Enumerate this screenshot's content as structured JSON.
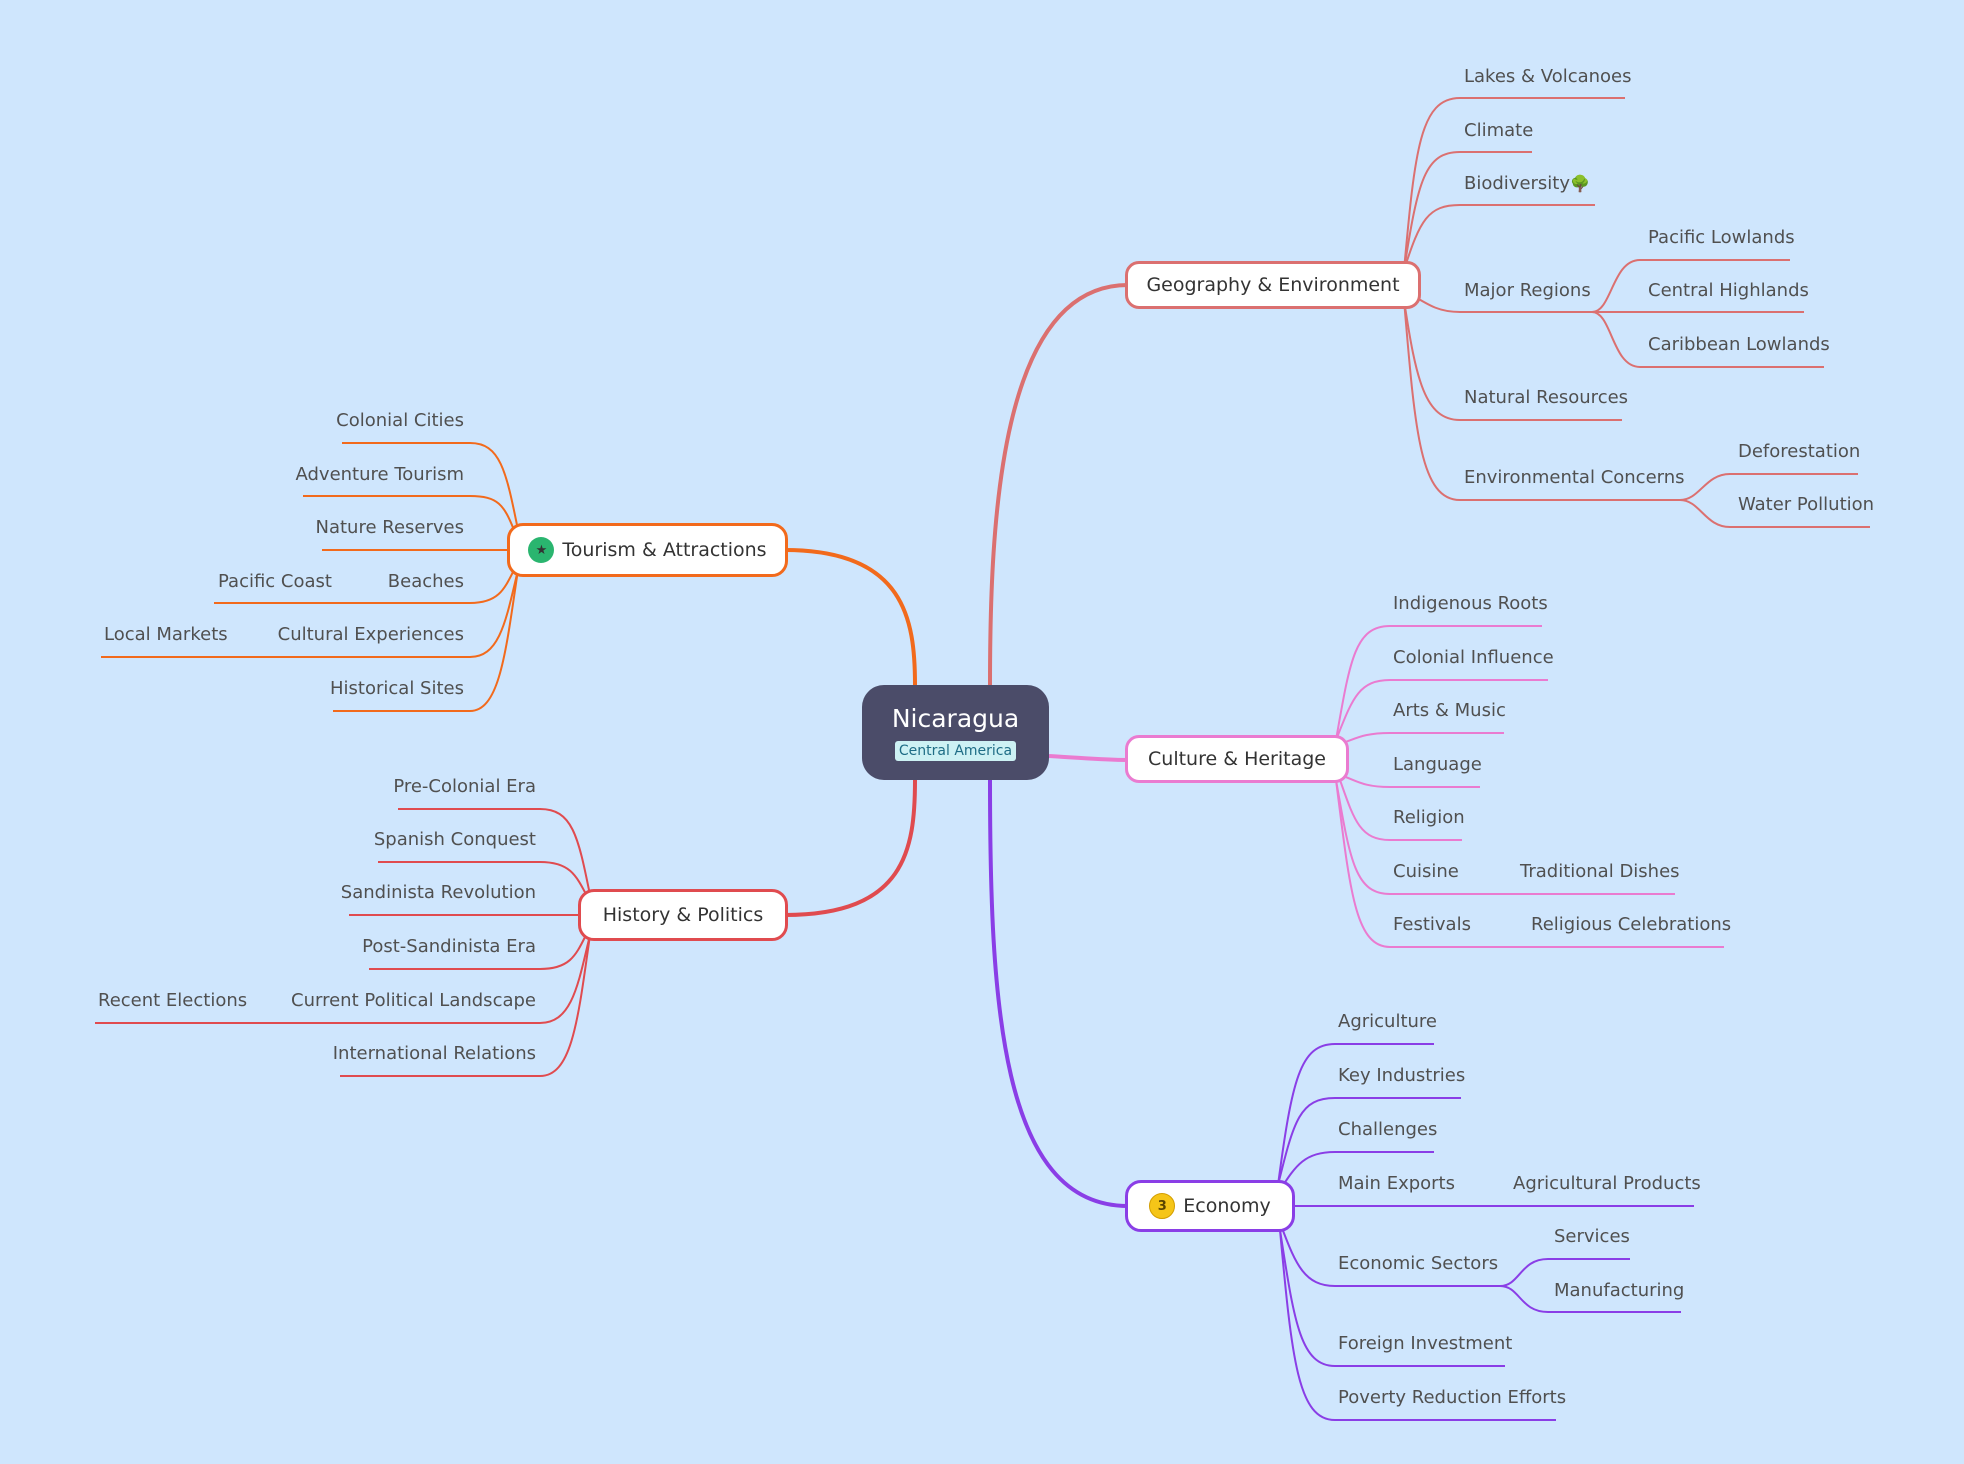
{
  "center": {
    "title": "Nicaragua",
    "tag": "Central America"
  },
  "branches": {
    "geography": {
      "label": "Geography & Environment",
      "color": "#db7070"
    },
    "culture": {
      "label": "Culture & Heritage",
      "color": "#ea7bd0"
    },
    "economy": {
      "label": "Economy",
      "color": "#8a3ee6",
      "badge": "3",
      "badge_icon": "priority-3-icon"
    },
    "tourism": {
      "label": "Tourism & Attractions",
      "color": "#f26a1c",
      "badge_icon": "star-icon"
    },
    "history": {
      "label": "History & Politics",
      "color": "#e04b4f"
    }
  },
  "geography": {
    "lakes": "Lakes & Volcanoes",
    "climate": "Climate",
    "biodiversity": "Biodiversity",
    "biodiversity_icon": "tree-icon",
    "regions": "Major Regions",
    "pacific_lowlands": "Pacific Lowlands",
    "central_highlands": "Central Highlands",
    "caribbean_lowlands": "Caribbean Lowlands",
    "resources": "Natural Resources",
    "concerns": "Environmental Concerns",
    "deforestation": "Deforestation",
    "water_pollution": "Water Pollution"
  },
  "culture": {
    "indigenous": "Indigenous Roots",
    "colonial": "Colonial Influence",
    "arts": "Arts & Music",
    "language": "Language",
    "religion": "Religion",
    "cuisine": "Cuisine",
    "dishes": "Traditional Dishes",
    "festivals": "Festivals",
    "celebrations": "Religious Celebrations"
  },
  "economy": {
    "agriculture": "Agriculture",
    "industries": "Key Industries",
    "challenges": "Challenges",
    "exports": "Main Exports",
    "ag_products": "Agricultural Products",
    "sectors": "Economic Sectors",
    "services": "Services",
    "manufacturing": "Manufacturing",
    "investment": "Foreign Investment",
    "poverty": "Poverty Reduction Efforts"
  },
  "tourism": {
    "colonial_cities": "Colonial Cities",
    "adventure": "Adventure Tourism",
    "reserves": "Nature Reserves",
    "beaches": "Beaches",
    "pacific_coast": "Pacific Coast",
    "experiences": "Cultural Experiences",
    "markets": "Local Markets",
    "sites": "Historical Sites"
  },
  "history": {
    "precolonial": "Pre-Colonial Era",
    "conquest": "Spanish Conquest",
    "revolution": "Sandinista Revolution",
    "post": "Post-Sandinista Era",
    "landscape": "Current Political Landscape",
    "elections": "Recent Elections",
    "relations": "International Relations"
  }
}
